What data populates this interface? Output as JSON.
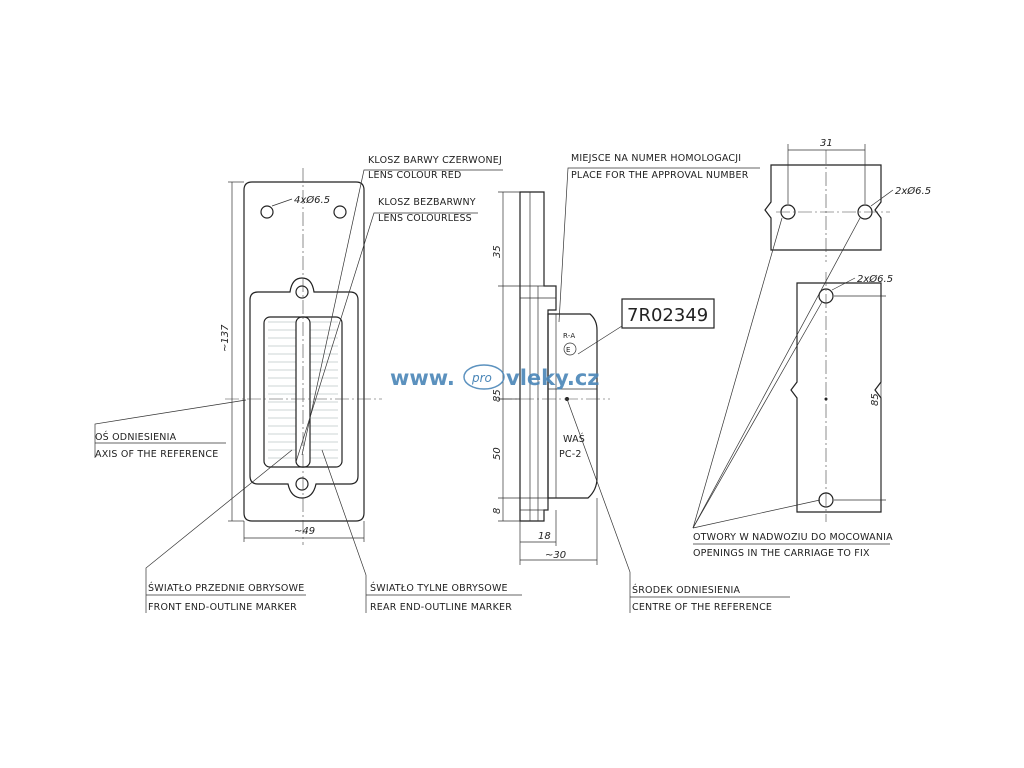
{
  "watermark": {
    "prefix": "www.",
    "badge": "pro",
    "suffix": "vleky.cz",
    "color": "#4a86b8"
  },
  "labels": {
    "lens_red_pl": "KLOSZ BARWY CZERWONEJ",
    "lens_red_en": "LENS COLOUR RED",
    "lens_colourless_pl": "KLOSZ BEZBARWNY",
    "lens_colourless_en": "LENS COLOURLESS",
    "approval_place_pl": "MIEJSCE NA NUMER HOMOLOGACJI",
    "approval_place_en": "PLACE FOR THE APPROVAL NUMBER",
    "approval_number": "7R02349",
    "axis_ref_pl": "OŚ ODNIESIENIA",
    "axis_ref_en": "AXIS OF THE REFERENCE",
    "front_marker_pl": "ŚWIATŁO PRZEDNIE OBRYSOWE",
    "front_marker_en": "FRONT END-OUTLINE MARKER",
    "rear_marker_pl": "ŚWIATŁO TYLNE OBRYSOWE",
    "rear_marker_en": "REAR END-OUTLINE MARKER",
    "centre_ref_pl": "ŚRODEK ODNIESIENIA",
    "centre_ref_en": "CENTRE OF THE REFERENCE",
    "openings_pl": "OTWORY W NADWOZIU DO MOCOWANIA",
    "openings_en": "OPENINGS IN THE CARRIAGE TO FIX",
    "side_mark_1": "R-A",
    "side_mark_2": "WAŚ",
    "side_mark_3": "PC-2"
  },
  "dimensions": {
    "holes_front": "4xØ6.5",
    "height_total": "~137",
    "width_total": "~49",
    "side_35": "35",
    "side_85": "85",
    "side_50": "50",
    "side_8": "8",
    "side_18": "18",
    "side_30": "~30",
    "carriage_31": "31",
    "carriage_holes_top": "2xØ6.5",
    "carriage_holes_bottom": "2xØ6.5",
    "carriage_85": "85"
  }
}
